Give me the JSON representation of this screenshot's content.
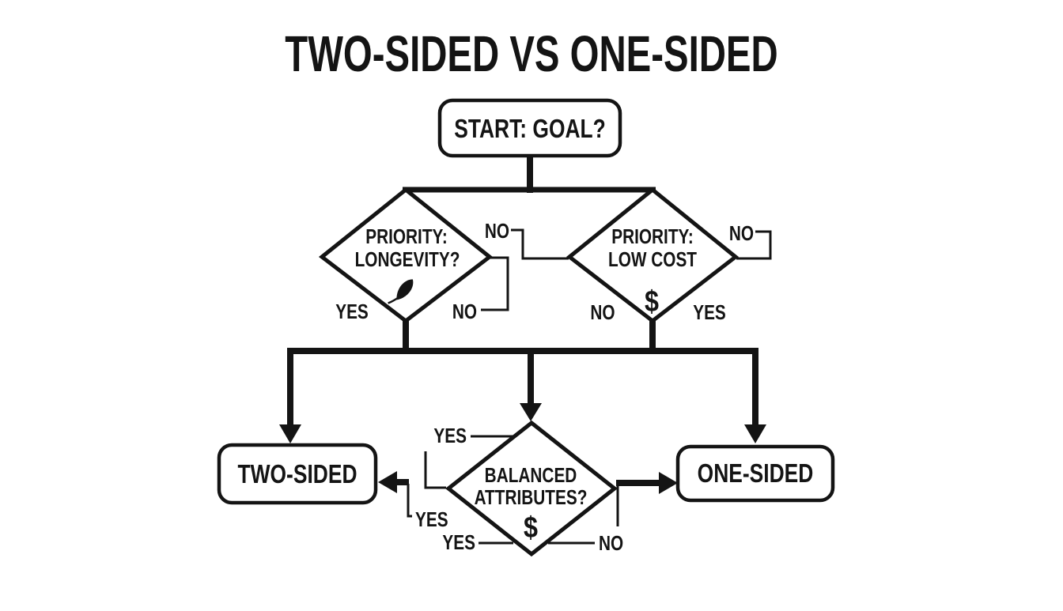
{
  "title": "TWO-SIDED VS ONE-SIDED",
  "colors": {
    "ink": "#141414",
    "background": "#ffffff"
  },
  "nodes": {
    "start": {
      "label": "START: GOAL?"
    },
    "priority_longevity": {
      "line1": "PRIORITY:",
      "line2": "LONGEVITY?",
      "icon": "leaf-icon"
    },
    "priority_low_cost": {
      "line1": "PRIORITY:",
      "line2": "LOW COST",
      "symbol": "$"
    },
    "balanced_attributes": {
      "line1": "BALANCED",
      "line2": "ATTRIBUTES?",
      "symbol": "$"
    },
    "two_sided": {
      "label": "TWO-SIDED"
    },
    "one_sided": {
      "label": "ONE-SIDED"
    }
  },
  "edge_labels": {
    "longevity_yes": "YES",
    "longevity_no": "NO",
    "between_no": "NO",
    "low_cost_no": "NO",
    "low_cost_yes": "YES",
    "low_cost_right_no": "NO",
    "balanced_top_yes": "YES",
    "two_sided_yes": "YES",
    "balanced_bottom_yes": "YES",
    "balanced_bottom_no": "NO"
  }
}
